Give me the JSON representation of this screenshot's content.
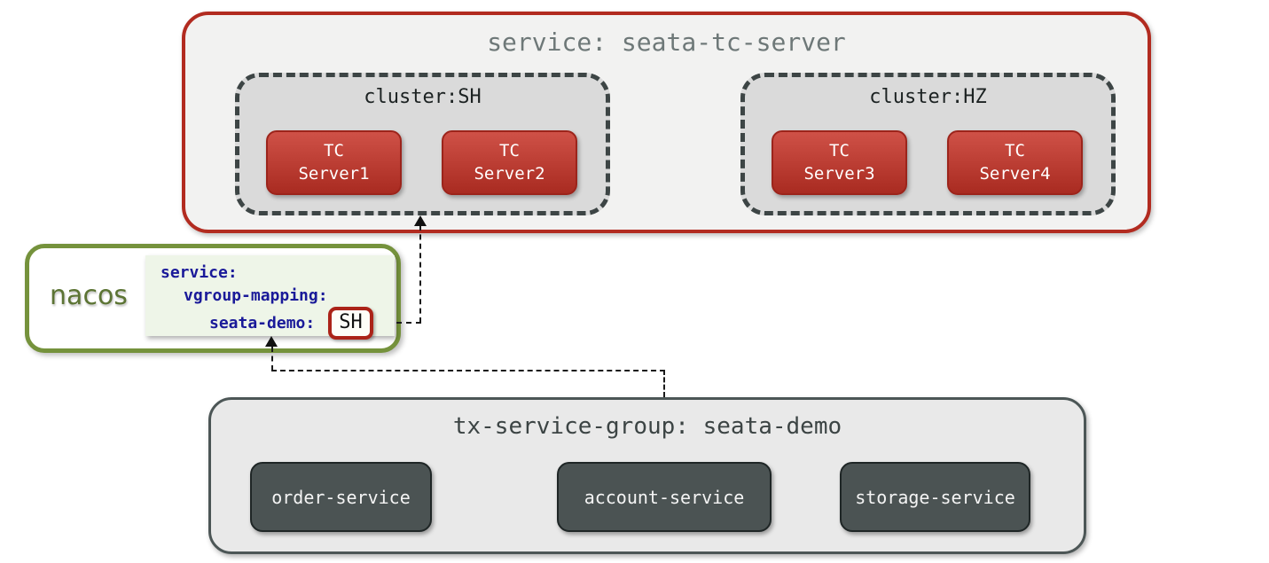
{
  "tc_service": {
    "title": "service: seata-tc-server",
    "clusters": [
      {
        "label": "cluster:SH",
        "servers": [
          {
            "line1": "TC",
            "line2": "Server1"
          },
          {
            "line1": "TC",
            "line2": "Server2"
          }
        ]
      },
      {
        "label": "cluster:HZ",
        "servers": [
          {
            "line1": "TC",
            "line2": "Server3"
          },
          {
            "line1": "TC",
            "line2": "Server4"
          }
        ]
      }
    ]
  },
  "nacos": {
    "label": "nacos",
    "config": {
      "line1": "service:",
      "line2": "vgroup-mapping:",
      "line3_key": "seata-demo:",
      "line3_value": "SH"
    }
  },
  "tx_group": {
    "title": "tx-service-group: seata-demo",
    "services": [
      "order-service",
      "account-service",
      "storage-service"
    ]
  },
  "colors": {
    "outer_border_red": "#b22b20",
    "tc_server_fill_top": "#cf5147",
    "tc_server_fill_bottom": "#a92b21",
    "cluster_fill": "#dadada",
    "cluster_dash_border": "#3d4545",
    "outer_fill": "#f2f2f1",
    "nacos_green": "#75923c",
    "code_text_navy": "#1a1a99",
    "code_panel_bg": "#eef5e8",
    "chip_border_red": "#ab2318",
    "tx_fill": "#e9e9e9",
    "tx_border": "#4c5656",
    "service_box_fill": "#4b5353"
  }
}
